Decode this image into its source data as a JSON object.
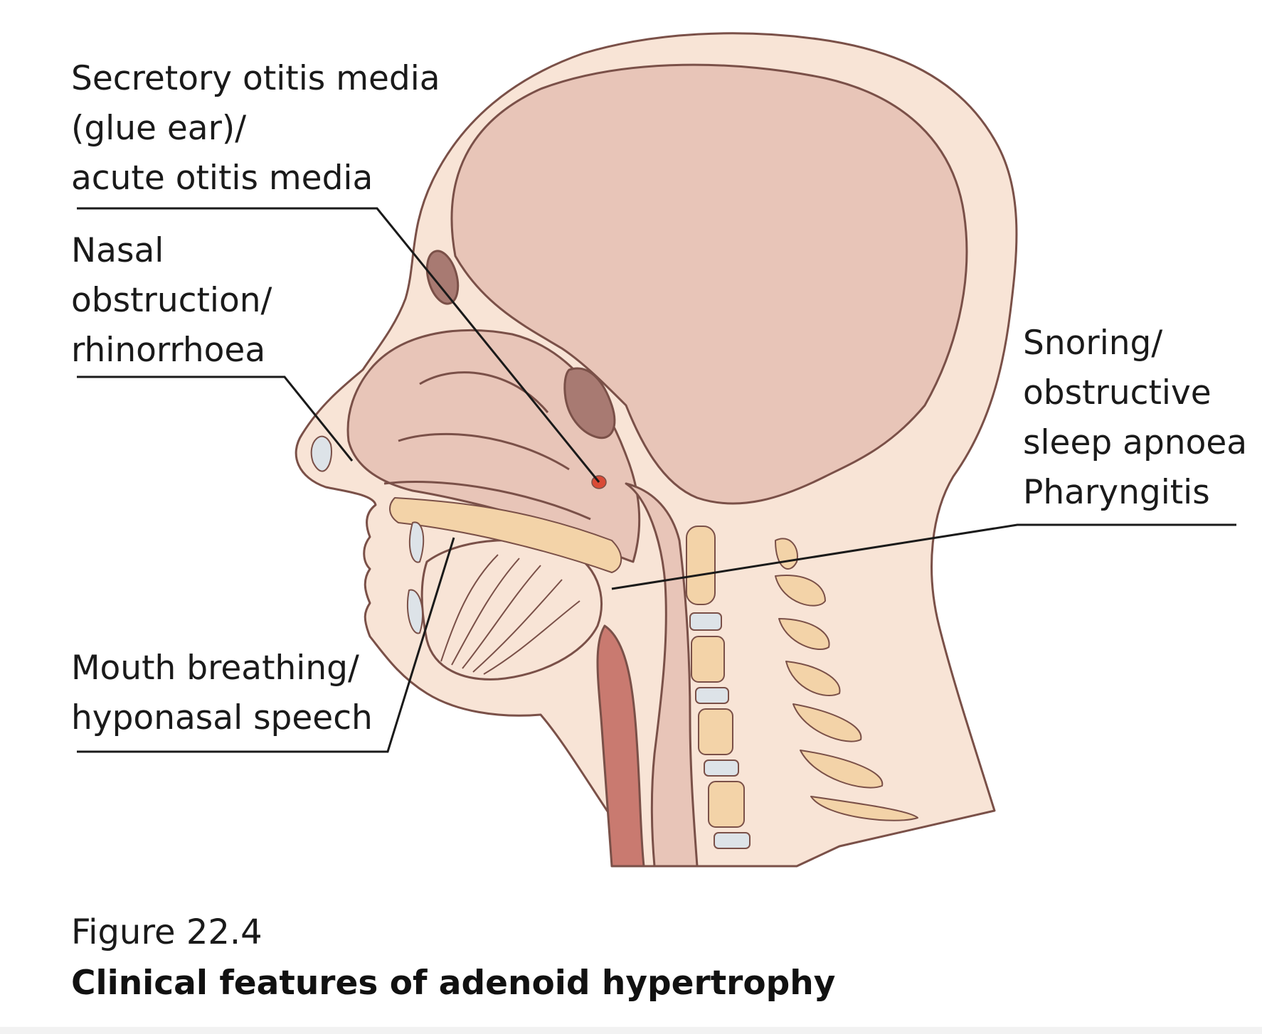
{
  "figure": {
    "labels": {
      "ear": [
        "Secretory otitis media",
        "(glue ear)/",
        "acute otitis media"
      ],
      "nasal": [
        "Nasal",
        "obstruction/",
        "rhinorrhoea"
      ],
      "snoring": [
        "Snoring/",
        "obstructive",
        "sleep apnoea",
        "Pharyngitis"
      ],
      "mouth": [
        "Mouth breathing/",
        "hyponasal speech"
      ]
    },
    "caption": {
      "number": "Figure 22.4",
      "title": "Clinical features of adenoid hypertrophy"
    }
  },
  "colors": {
    "skin": "#f8e4d6",
    "tissue": "#e8c5b8",
    "outline": "#7a5048",
    "bone": "#f3d3a8",
    "cartilage": "#dde3e8",
    "airway": "#c97a70",
    "adenoid": "#d94a36",
    "sinus": "#a87a72"
  }
}
